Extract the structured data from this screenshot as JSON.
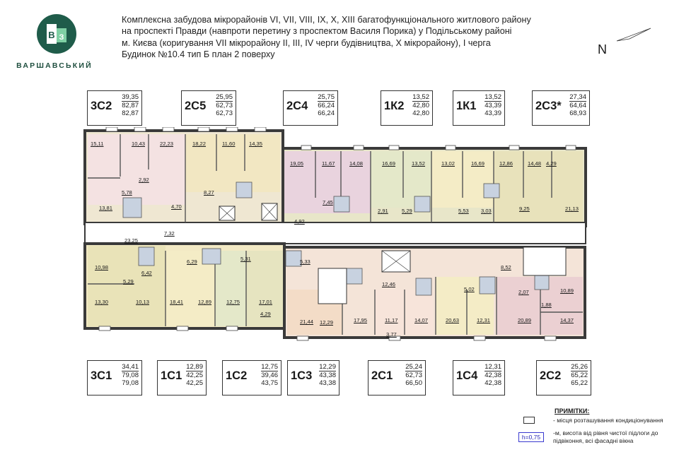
{
  "logo": {
    "letters": "ВЗ",
    "name": "ВАРШАВСЬКИЙ",
    "color": "#1f5c4a"
  },
  "header": {
    "lines": [
      "Комплексна забудова мікрорайонів VI, VII, VIII, IX, X, XIII багатофункціонального житлового району",
      "на проспекті Правди (навпроти перетину з проспектом Василя Порика) у Подільському районі",
      "м. Києва (коригування VII мікрорайону  ІІ, ІІІ, IV черги будівництва, Х мікрорайону), I черга",
      "Будинок №10.4  тип Б  план 2 поверху"
    ]
  },
  "north_label": "N",
  "apartments_top": [
    {
      "code": "3С2",
      "nums": [
        "39,35",
        "82,87",
        "82,87"
      ]
    },
    {
      "code": "2С5",
      "nums": [
        "25,95",
        "62,73",
        "62,73"
      ]
    },
    {
      "code": "2С4",
      "nums": [
        "25,75",
        "66,24",
        "66,24"
      ]
    },
    {
      "code": "1К2",
      "nums": [
        "13,52",
        "42,80",
        "42,80"
      ]
    },
    {
      "code": "1К1",
      "nums": [
        "13,52",
        "43,39",
        "43,39"
      ]
    },
    {
      "code": "2С3*",
      "nums": [
        "27,34",
        "64,64",
        "68,93"
      ]
    }
  ],
  "apartments_bottom": [
    {
      "code": "3С1",
      "nums": [
        "34,41",
        "79,08",
        "79,08"
      ]
    },
    {
      "code": "1С1",
      "nums": [
        "12,89",
        "42,25",
        "42,25"
      ]
    },
    {
      "code": "1С2",
      "nums": [
        "12,75",
        "39,46",
        "43,75"
      ]
    },
    {
      "code": "1С3",
      "nums": [
        "12,29",
        "43,38",
        "43,38"
      ]
    },
    {
      "code": "2С1",
      "nums": [
        "25,24",
        "62,73",
        "66,50"
      ]
    },
    {
      "code": "1С4",
      "nums": [
        "12,31",
        "42,38",
        "42,38"
      ]
    },
    {
      "code": "2С2",
      "nums": [
        "25,26",
        "65,22",
        "65,22"
      ]
    }
  ],
  "rooms": [
    {
      "label": "15,11"
    },
    {
      "label": "10,43"
    },
    {
      "label": "22,23"
    },
    {
      "label": "18,22"
    },
    {
      "label": "11,60"
    },
    {
      "label": "14,35"
    },
    {
      "label": "19,05"
    },
    {
      "label": "11,67"
    },
    {
      "label": "14,08"
    },
    {
      "label": "16,69"
    },
    {
      "label": "13,52"
    },
    {
      "label": "13,02"
    },
    {
      "label": "16,69"
    },
    {
      "label": "12,86"
    },
    {
      "label": "14,48"
    },
    {
      "label": "4,29"
    },
    {
      "label": "2,92"
    },
    {
      "label": "5,78"
    },
    {
      "label": "13,81"
    },
    {
      "label": "4,70"
    },
    {
      "label": "8,27"
    },
    {
      "label": "7,45"
    },
    {
      "label": "2,91"
    },
    {
      "label": "5,29"
    },
    {
      "label": "5,53"
    },
    {
      "label": "3,03"
    },
    {
      "label": "9,25"
    },
    {
      "label": "21,13"
    },
    {
      "label": "4,92"
    },
    {
      "label": "7,32"
    },
    {
      "label": "23,25"
    },
    {
      "label": "10,98"
    },
    {
      "label": "6,42"
    },
    {
      "label": "5,29"
    },
    {
      "label": "6,29"
    },
    {
      "label": "5,31"
    },
    {
      "label": "5,33"
    },
    {
      "label": "8,52"
    },
    {
      "label": "13,30"
    },
    {
      "label": "10,13"
    },
    {
      "label": "18,41"
    },
    {
      "label": "12,89"
    },
    {
      "label": "12,75"
    },
    {
      "label": "17,01"
    },
    {
      "label": "4,29"
    },
    {
      "label": "12,46"
    },
    {
      "label": "5,02"
    },
    {
      "label": "2,07"
    },
    {
      "label": "10,89"
    },
    {
      "label": "1,88"
    },
    {
      "label": "21,44"
    },
    {
      "label": "12,29"
    },
    {
      "label": "17,95"
    },
    {
      "label": "11,17"
    },
    {
      "label": "14,07"
    },
    {
      "label": "20,63"
    },
    {
      "label": "12,31"
    },
    {
      "label": "20,89"
    },
    {
      "label": "14,37"
    },
    {
      "label": "3,77"
    }
  ],
  "notes": {
    "title": "ПРИМІТКИ:",
    "line1": "- місця розташування кондиціонування",
    "line2a": "-м, висота від рівня чистої підлоги до",
    "line2b": "підвіконня, всі фасадні вікна",
    "h_label": "h=0,75"
  }
}
